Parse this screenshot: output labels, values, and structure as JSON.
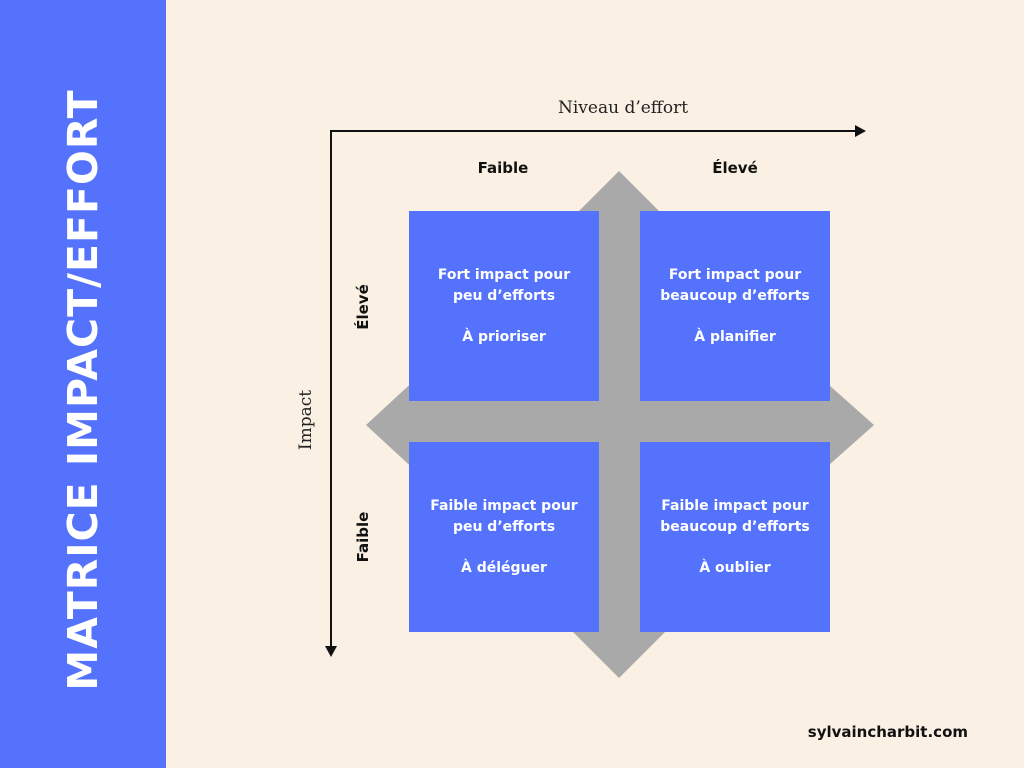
{
  "title": "MATRICE IMPACT/EFFORT",
  "axes": {
    "x_title": "Niveau d’effort",
    "y_title": "Impact",
    "x_low": "Faible",
    "x_high": "Élevé",
    "y_high": "Élevé",
    "y_low": "Faible"
  },
  "quadrants": {
    "top_left": {
      "description": "Fort impact pour peu d’efforts",
      "action": "À prioriser"
    },
    "top_right": {
      "description": "Fort impact pour beaucoup d’efforts",
      "action": "À planifier"
    },
    "bottom_left": {
      "description": "Faible impact pour peu d’efforts",
      "action": "À déléguer"
    },
    "bottom_right": {
      "description": "Faible impact pour beaucoup d’efforts",
      "action": "À oublier"
    }
  },
  "footer": {
    "website": "sylvaincharbit.com"
  },
  "colors": {
    "accent": "#5472fc",
    "background": "#faf0e4",
    "cross": "#a9a9a9"
  }
}
